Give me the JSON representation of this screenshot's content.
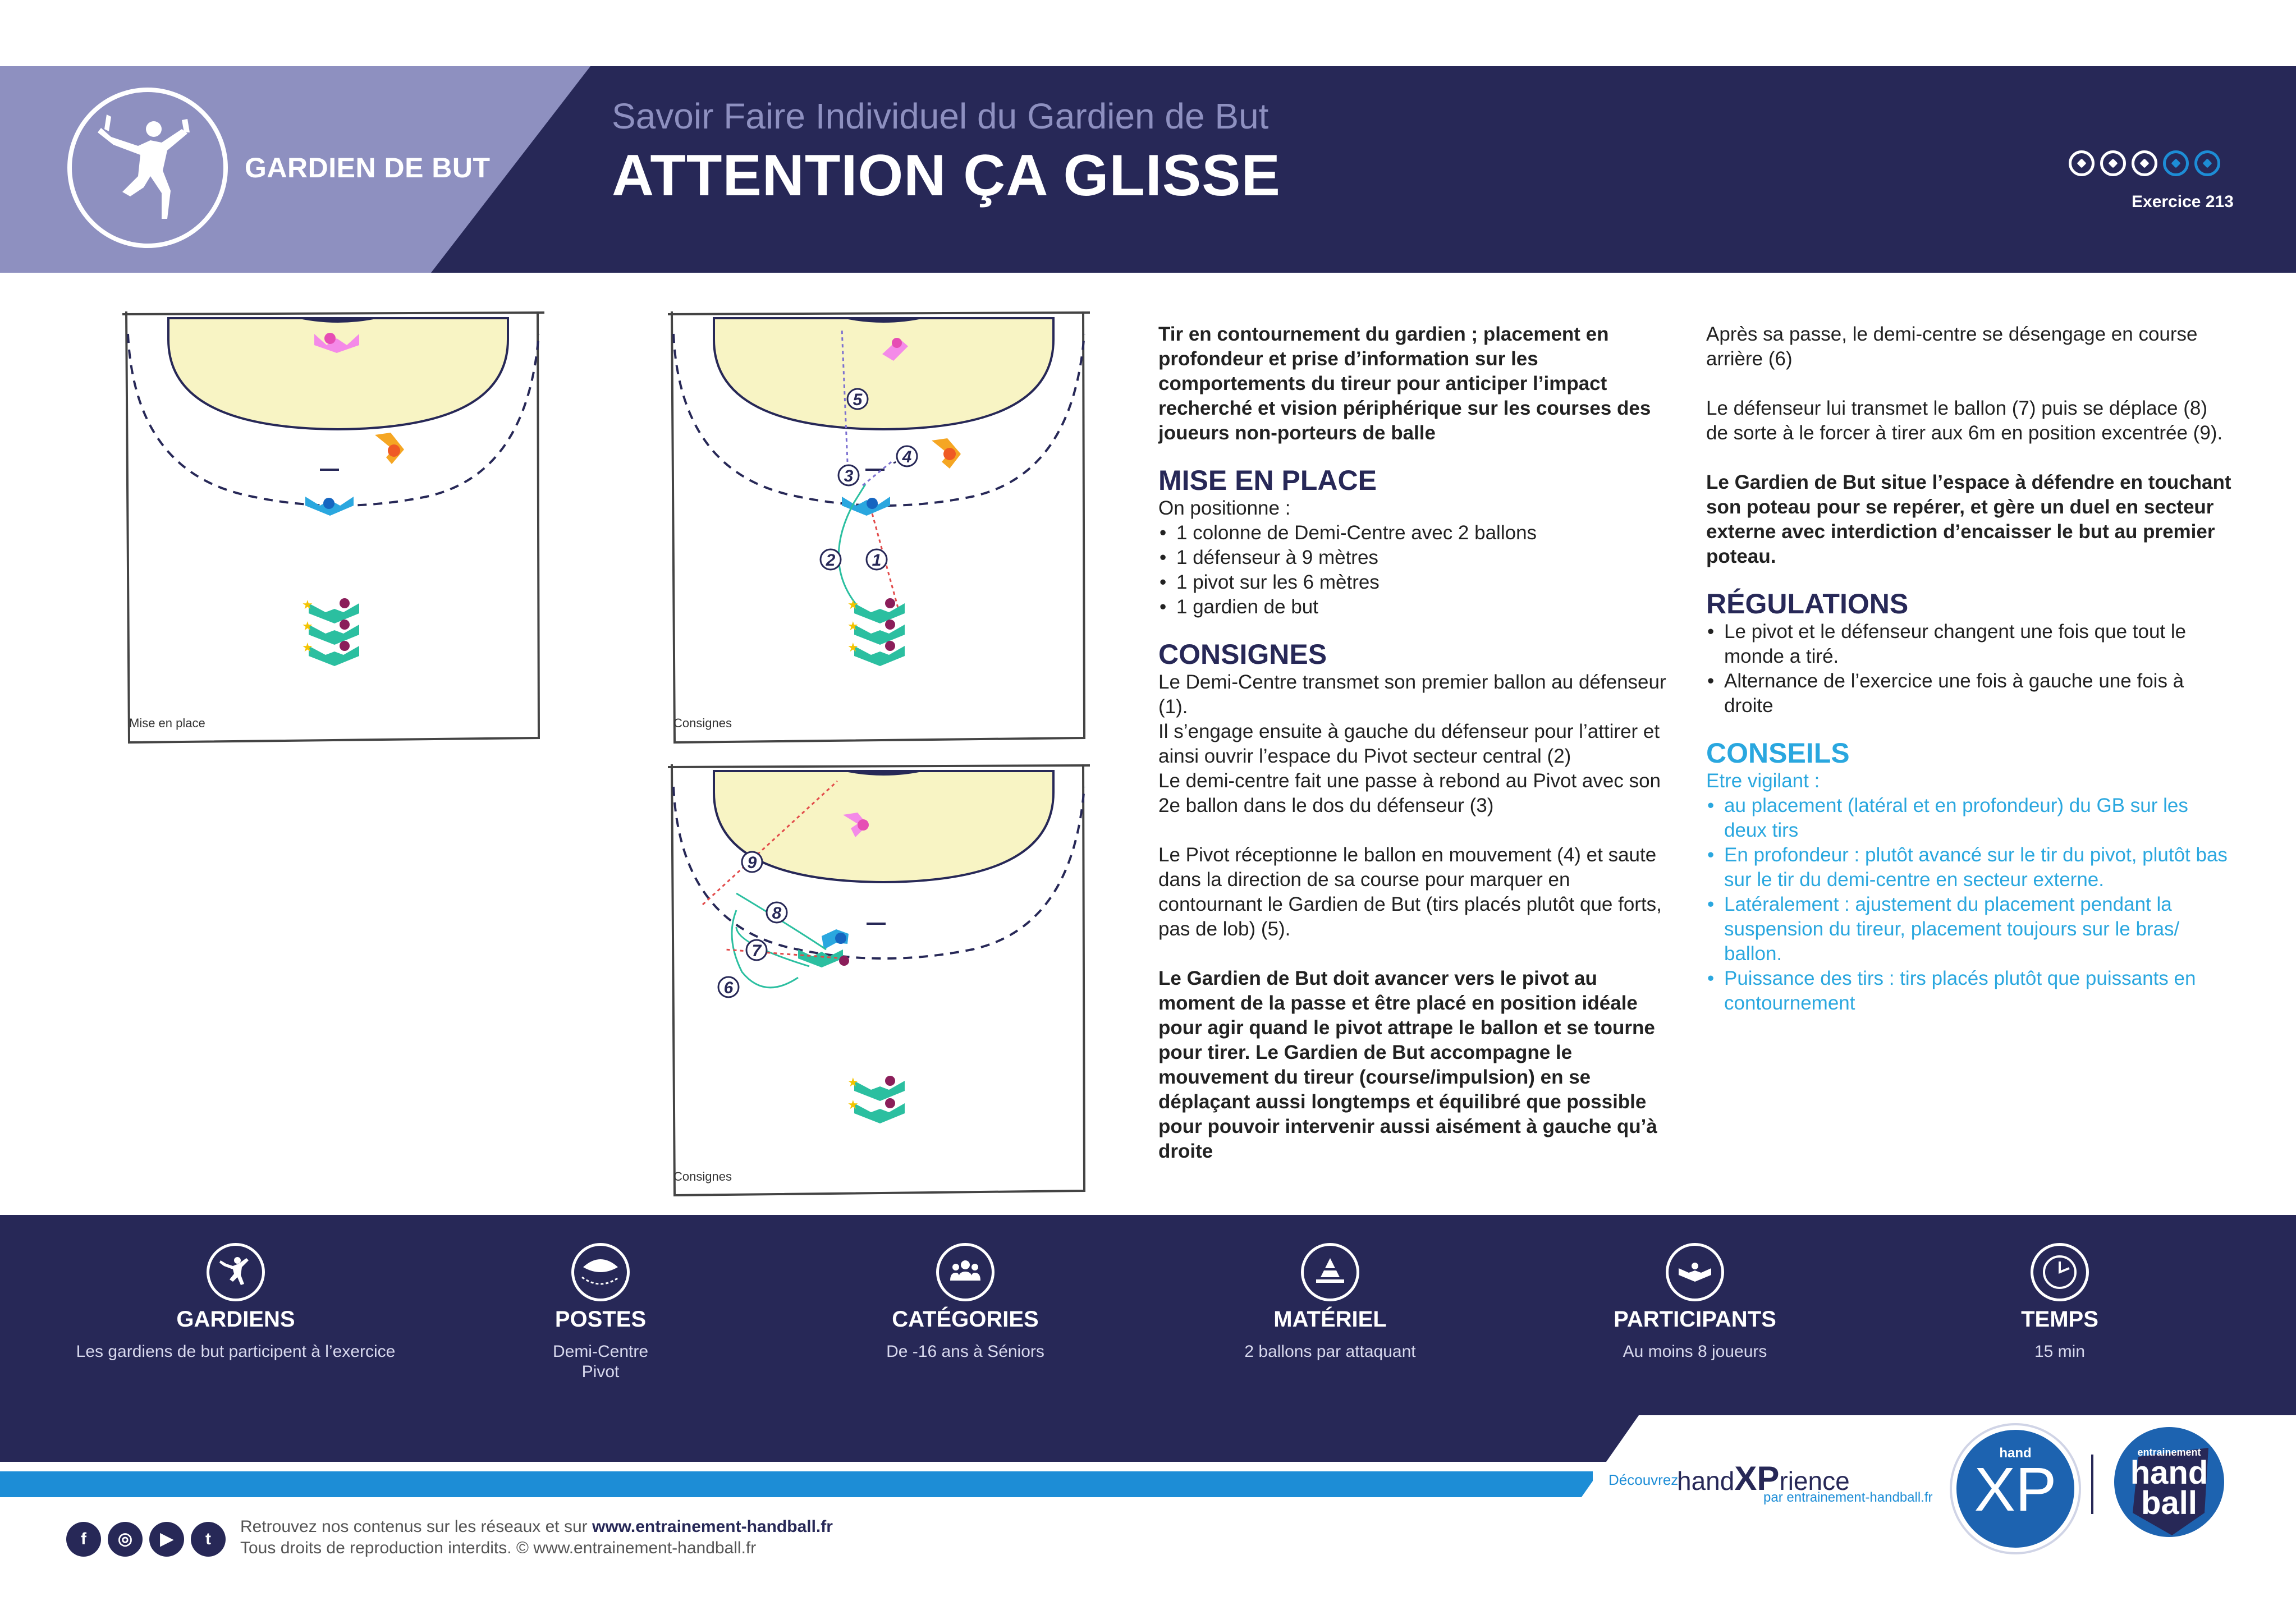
{
  "header": {
    "category": "GARDIEN DE BUT",
    "subtitle": "Savoir Faire Individuel du Gardien de But",
    "title": "ATTENTION ÇA GLISSE",
    "exercise": "Exercice 213",
    "level": {
      "filled": 3,
      "total": 5
    }
  },
  "diagrams": {
    "d1_label": "Mise en place",
    "d2_label": "Consignes",
    "d3_label": "Consignes",
    "d2_steps": [
      "1",
      "2",
      "3",
      "4",
      "5"
    ],
    "d3_steps": [
      "6",
      "7",
      "8",
      "9"
    ]
  },
  "intro": "Tir en contournement du gardien ; placement en profondeur et prise d’information sur les comportements du tireur pour anticiper l’impact recherché et vision périphérique sur les courses des joueurs non-porteurs de balle",
  "mise_en_place": {
    "title": "MISE EN PLACE",
    "lead": "On positionne :",
    "items": [
      "1 colonne de Demi-Centre avec 2 ballons",
      "1 défenseur à 9 mètres",
      "1 pivot sur les 6 mètres",
      "1 gardien de but"
    ]
  },
  "consignes": {
    "title": "CONSIGNES",
    "p1": "Le Demi-Centre transmet son premier ballon au défenseur (1).",
    "p2": "Il s’engage ensuite à  gauche du défenseur pour l’attirer et ainsi ouvrir l’espace du Pivot secteur central (2)",
    "p3": "Le demi-centre fait une passe à rebond au Pivot avec son 2e ballon dans le dos du défenseur (3)",
    "p4": "Le Pivot réceptionne le ballon en mouvement (4) et saute dans la direction de sa course pour marquer en contournant le Gardien de But (tirs placés plutôt que forts, pas de lob) (5).",
    "p5": "Le Gardien de But doit avancer vers le pivot au moment de la passe et être placé en position idéale pour agir quand le pivot attrape le ballon et se tourne pour tirer. Le Gardien de But accompagne le mouvement du tireur (course/impulsion) en se déplaçant aussi longtemps et équilibré que possible pour pouvoir intervenir aussi aisément à gauche qu’à droite"
  },
  "col3": {
    "p1": "Après sa passe, le demi-centre se désengage en course arrière (6)",
    "p2": "Le défenseur lui transmet le ballon (7) puis se déplace (8) de sorte à le forcer à tirer aux 6m en position excentrée (9).",
    "p3": "Le Gardien de But situe l’espace à défendre en touchant son poteau pour se repérer, et gère un duel en secteur externe avec interdiction d’encaisser le but au premier poteau."
  },
  "regulations": {
    "title": "RÉGULATIONS",
    "items": [
      "Le pivot et le défenseur changent une fois que tout le monde a tiré.",
      "Alternance de l’exercice une fois à gauche une fois à droite"
    ]
  },
  "conseils": {
    "title": "CONSEILS",
    "lead": "Etre vigilant :",
    "items": [
      "au placement (latéral et en profondeur) du GB sur les deux tirs",
      "En profondeur : plutôt avancé sur le tir du pivot, plutôt bas sur le tir du demi-centre en secteur externe.",
      "Latéralement : ajustement du placement pendant la suspension du tireur, placement toujours sur le bras/ ballon.",
      "Puissance des tirs : tirs placés plutôt que puissants en contournement"
    ]
  },
  "info": [
    {
      "icon": "goalkeeper-icon",
      "title": "GARDIENS",
      "text": "Les gardiens de but participent à l’exercice"
    },
    {
      "icon": "court-icon",
      "title": "POSTES",
      "text": "Demi-Centre\nPivot"
    },
    {
      "icon": "group-icon",
      "title": "CATÉGORIES",
      "text": "De -16 ans à Séniors"
    },
    {
      "icon": "cone-icon",
      "title": "MATÉRIEL",
      "text": "2 ballons par attaquant"
    },
    {
      "icon": "players-icon",
      "title": "PARTICIPANTS",
      "text": "Au moins 8 joueurs"
    },
    {
      "icon": "clock-icon",
      "title": "TEMPS",
      "text": "15 min"
    }
  ],
  "promo": {
    "discover": "Découvrez",
    "brand_a": "hand",
    "brand_b": "XP",
    "brand_c": "rience",
    "by": "par entrainement-handball.fr",
    "xp_small": "hand",
    "xp_big": "XP",
    "eh_top": "entrainement",
    "eh_mid": "hand",
    "eh_bot": "ball"
  },
  "footer": {
    "line1_a": "Retrouvez nos contenus sur les réseaux et sur ",
    "line1_b": "www.entrainement-handball.fr",
    "line2": "Tous droits de reproduction interdits. © www.entrainement-handball.fr",
    "socials": [
      "f",
      "◎",
      "▶",
      "t"
    ]
  },
  "colors": {
    "navy": "#272857",
    "lavender": "#8e90c0",
    "blue": "#1d8dd6",
    "cyan": "#2aa7df",
    "area": "#f8f4c4"
  }
}
